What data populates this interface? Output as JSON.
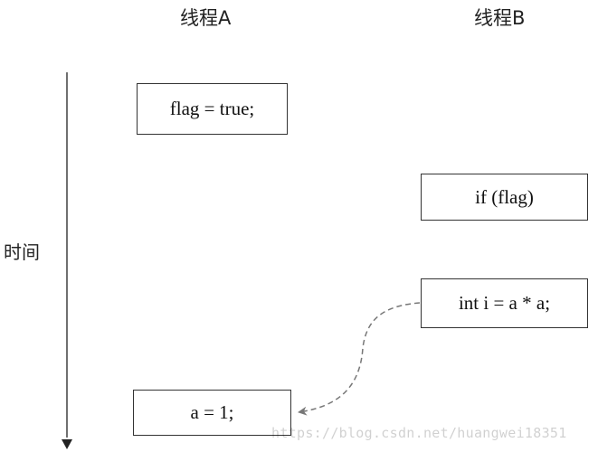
{
  "headers": {
    "thread_a": "线程A",
    "thread_b": "线程B"
  },
  "axis": {
    "label": "时间"
  },
  "boxes": {
    "flag_true": "flag = true;",
    "if_flag": "if (flag)",
    "int_i": "int i = a * a;",
    "a_eq_1": "a = 1;"
  },
  "watermark": "https://blog.csdn.net/huangwei18351",
  "colors": {
    "line": "#222222",
    "dashed_arrow": "#777777"
  },
  "icons": {
    "time_arrow": "arrow-down-icon",
    "dependency_arrow": "dashed-curved-arrow-icon"
  }
}
